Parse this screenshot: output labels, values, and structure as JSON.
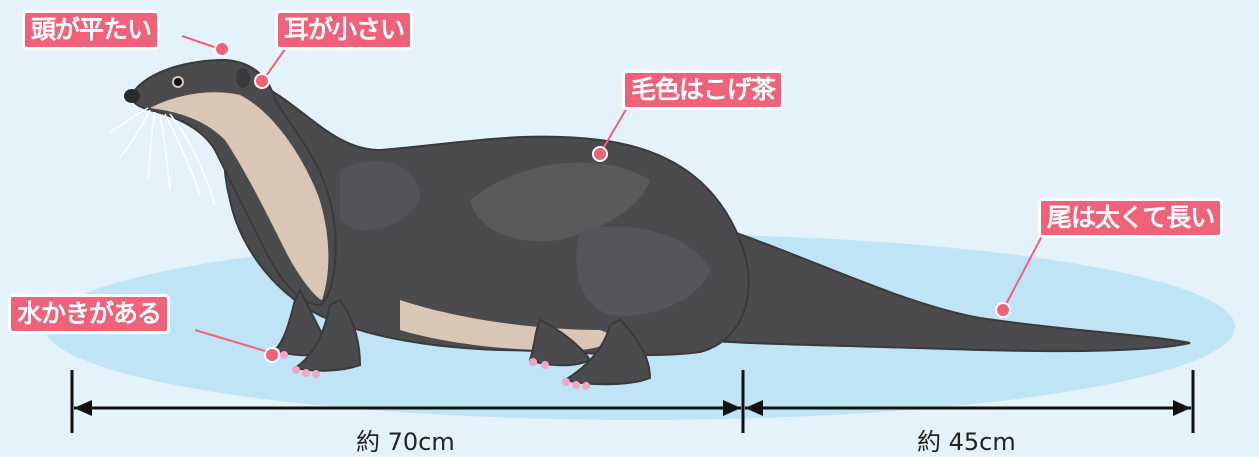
{
  "labels": {
    "flat_head": "頭が平たい",
    "small_ears": "耳が小さい",
    "fur_color": "毛色はこげ茶",
    "long_tail": "尾は太くて長い",
    "webbed_feet": "水かきがある"
  },
  "measurements": {
    "body_length": "約 70cm",
    "tail_length": "約 45cm"
  },
  "colors": {
    "label_bg": "#f0627a",
    "background": "#e4f3fb",
    "ground_ellipse": "#bfe4f6",
    "fur": "#4b4a4c",
    "belly": "#d9c6b4",
    "paw_pink": "#f2a6c4"
  }
}
